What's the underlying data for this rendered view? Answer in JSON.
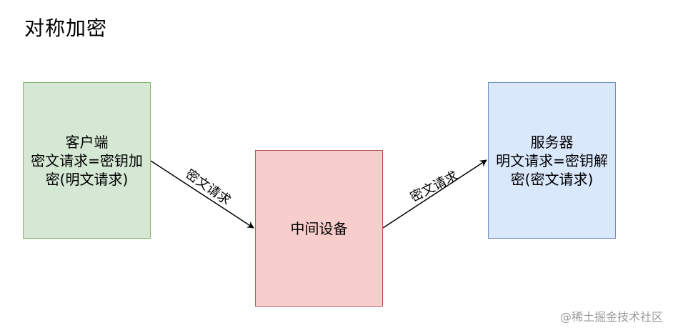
{
  "title": "对称加密",
  "nodes": {
    "client": {
      "lines": [
        "客户端",
        "密文请求=密钥加",
        "密(明文请求)"
      ]
    },
    "middle": {
      "lines": [
        "中间设备"
      ]
    },
    "server": {
      "lines": [
        "服务器",
        "明文请求=密钥解",
        "密(密文请求)"
      ]
    }
  },
  "edges": {
    "client_to_middle": {
      "label": "密文请求"
    },
    "middle_to_server": {
      "label": "密文请求"
    }
  },
  "watermark": "@稀土掘金技术社区",
  "colors": {
    "client_fill": "#d5e8d4",
    "client_border": "#82b366",
    "middle_fill": "#f8cecc",
    "middle_border": "#b85450",
    "server_fill": "#dae8fc",
    "server_border": "#6c8ebf"
  }
}
